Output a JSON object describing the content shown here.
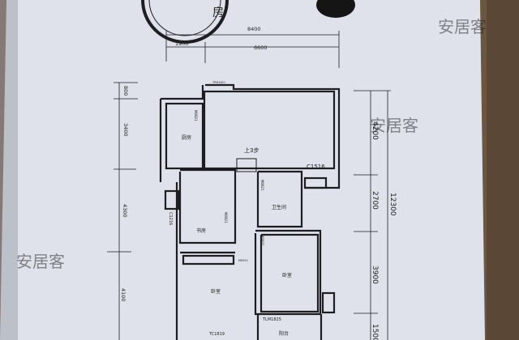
{
  "colors": {
    "paper": "#dfe2ea",
    "wood": "#6b5640",
    "ink": "#1e1e22",
    "watermark": "#c8cedc"
  },
  "seal": {
    "text": "房"
  },
  "watermark": "安居客",
  "dimensions": {
    "top_total": "8400",
    "top_left": "1900",
    "top_right": "6600",
    "left": [
      "800",
      "3400",
      "4300",
      "4100"
    ],
    "right": [
      "4200",
      "2700",
      "3900",
      "1500"
    ],
    "right_total": "12300"
  },
  "rooms": {
    "kitchen": "厨房",
    "study": "书房",
    "bathroom": "卫生间",
    "bedroom_1": "卧室",
    "bedroom_2": "卧室",
    "balcony": "阳台"
  },
  "labels": {
    "stairs": "上3步",
    "window_c1516": "C1516",
    "window_c1216": "C1216",
    "door_tc1819": "TC1819",
    "door_tlm1825": "TLM1825",
    "door_m0921a": "M0921",
    "door_m0921b": "M0921",
    "door_m0921c": "M0921",
    "door_m0821": "M0821",
    "door_m0921d": "M0921",
    "door_top": "TPM1821"
  }
}
